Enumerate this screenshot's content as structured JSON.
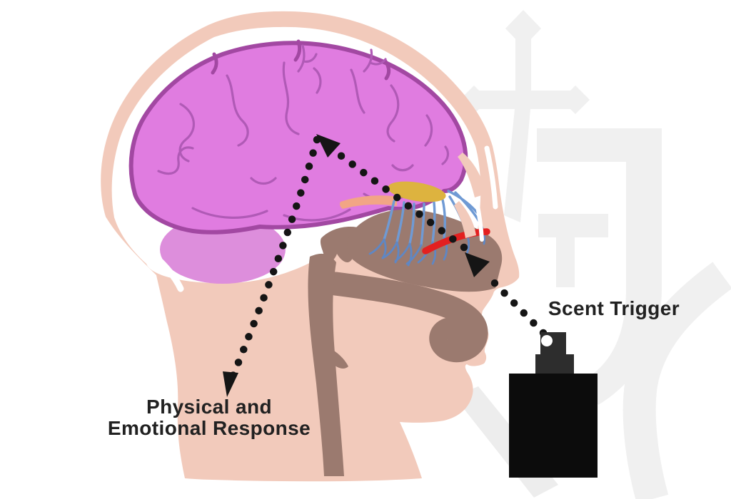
{
  "page": {
    "description": "Anatomical side-view diagram of the olfactory pathway: a perfume spray bottle (scent trigger) sends scent to the olfactory epithelium and nerves, up to the brain, producing a physical and emotional response."
  },
  "labels": {
    "scent_trigger": "Scent Trigger",
    "response_line1": "Physical and",
    "response_line2": "Emotional Response"
  },
  "icons": {
    "spray_bottle": "spray-bottle-icon",
    "dotted_arrows": "dotted-arrow",
    "watermark": "sword-monogram-watermark"
  },
  "colors": {
    "background": "#ffffff",
    "skin": "#f2cabb",
    "skull_gap": "#ffffff",
    "brain": "#e07ce0",
    "brain_outline": "#a248a2",
    "brain_folds": "#b05ab6",
    "cerebellum": "#dd8edc",
    "olfactory_bulb": "#ddb33f",
    "orbital_stripe": "#f2a585",
    "nerve_fibers": "#6f9ad4",
    "nerve_fiber_branches": "#5f87c4",
    "nasal_cavity": "#9b7a6f",
    "olfactory_epithelium": "#e32020",
    "arrow_dots": "#151515",
    "label_text": "#212121",
    "bottle_body": "#0c0c0c",
    "bottle_cap": "#2d2d2d",
    "nozzle_hole": "#ffffff",
    "watermark": "#f0f0f0",
    "watermark_band": "#ededed"
  }
}
